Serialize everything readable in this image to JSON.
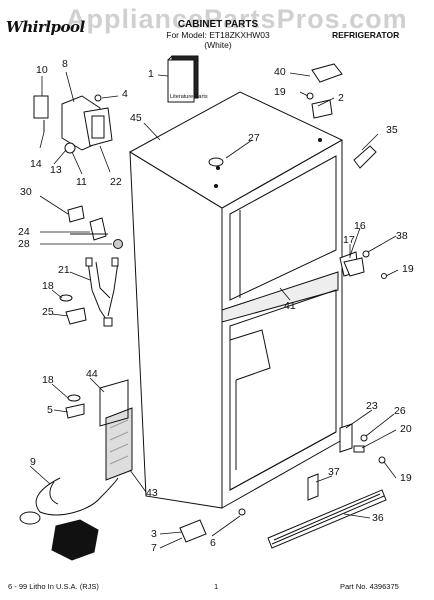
{
  "header": {
    "brand": "Whirlpool",
    "watermark": "AppliancePartsPros.com",
    "title": "CABINET PARTS",
    "subtitle_line1": "For Model: ET18ZKXHW03",
    "subtitle_line2": "(White)",
    "category": "REFRIGERATOR"
  },
  "callouts": [
    {
      "id": "c1",
      "label": "1"
    },
    {
      "id": "c2",
      "label": "2"
    },
    {
      "id": "c3",
      "label": "3"
    },
    {
      "id": "c4",
      "label": "4"
    },
    {
      "id": "c5",
      "label": "5"
    },
    {
      "id": "c6",
      "label": "6"
    },
    {
      "id": "c7",
      "label": "7"
    },
    {
      "id": "c8",
      "label": "8"
    },
    {
      "id": "c9",
      "label": "9"
    },
    {
      "id": "c10",
      "label": "10"
    },
    {
      "id": "c11",
      "label": "11"
    },
    {
      "id": "c13",
      "label": "13"
    },
    {
      "id": "c14",
      "label": "14"
    },
    {
      "id": "c16",
      "label": "16"
    },
    {
      "id": "c17",
      "label": "17"
    },
    {
      "id": "c18a",
      "label": "18"
    },
    {
      "id": "c18b",
      "label": "18"
    },
    {
      "id": "c19a",
      "label": "19"
    },
    {
      "id": "c19b",
      "label": "19"
    },
    {
      "id": "c19c",
      "label": "19"
    },
    {
      "id": "c20",
      "label": "20"
    },
    {
      "id": "c21",
      "label": "21"
    },
    {
      "id": "c22",
      "label": "22"
    },
    {
      "id": "c23",
      "label": "23"
    },
    {
      "id": "c24",
      "label": "24"
    },
    {
      "id": "c25",
      "label": "25"
    },
    {
      "id": "c26",
      "label": "26"
    },
    {
      "id": "c27",
      "label": "27"
    },
    {
      "id": "c28",
      "label": "28"
    },
    {
      "id": "c30",
      "label": "30"
    },
    {
      "id": "c35",
      "label": "35"
    },
    {
      "id": "c36",
      "label": "36"
    },
    {
      "id": "c37",
      "label": "37"
    },
    {
      "id": "c38",
      "label": "38"
    },
    {
      "id": "c40",
      "label": "40"
    },
    {
      "id": "c41",
      "label": "41"
    },
    {
      "id": "c43",
      "label": "43"
    },
    {
      "id": "c44",
      "label": "44"
    },
    {
      "id": "c45",
      "label": "45"
    }
  ],
  "literature_label": "Literature Parts",
  "footer": {
    "left": "6 - 99 Litho In U.S.A. (RJS)",
    "center": "1",
    "right": "Part No. 4396375"
  }
}
